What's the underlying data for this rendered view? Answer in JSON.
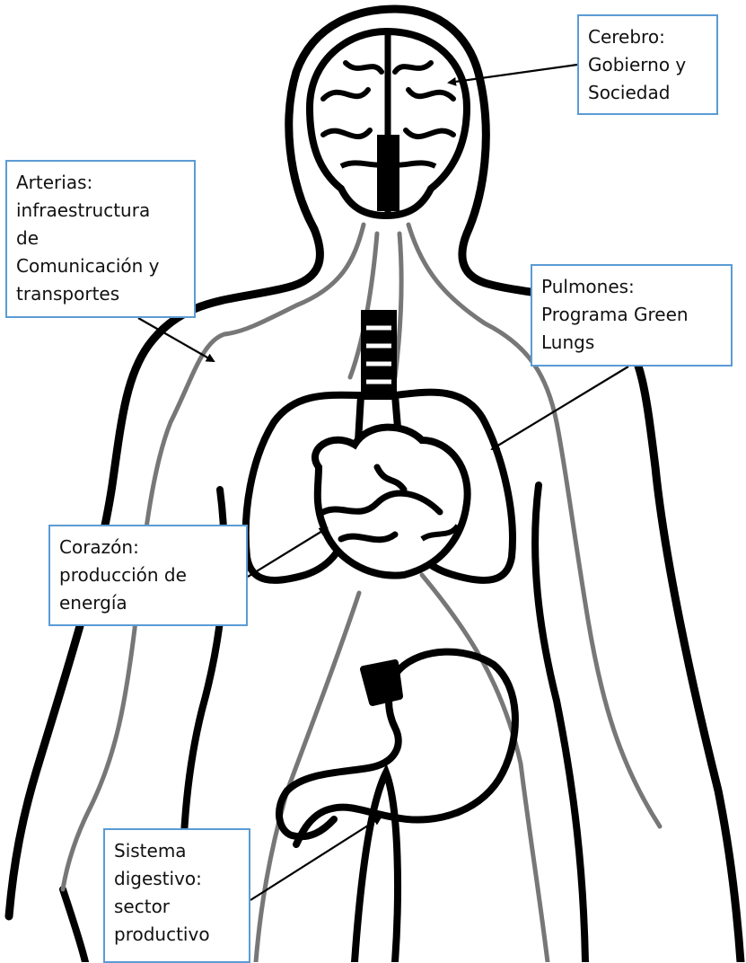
{
  "diagram": {
    "labels": {
      "brain": {
        "lines": [
          "Cerebro:",
          "Gobierno y",
          "Sociedad"
        ]
      },
      "arteries": {
        "lines": [
          "Arterias:",
          "infraestructura",
          "de",
          "Comunicación y",
          "transportes"
        ]
      },
      "lungs": {
        "lines": [
          "Pulmones:",
          "Programa Green",
          "Lungs"
        ]
      },
      "heart": {
        "lines": [
          "Corazón:",
          "producción de",
          "energía"
        ]
      },
      "digestive": {
        "lines": [
          "Sistema",
          "digestivo:",
          "sector",
          "productivo"
        ]
      }
    },
    "colors": {
      "box_border": "#5b9bd5",
      "outline": "#000000",
      "vessels": "#777777"
    }
  }
}
